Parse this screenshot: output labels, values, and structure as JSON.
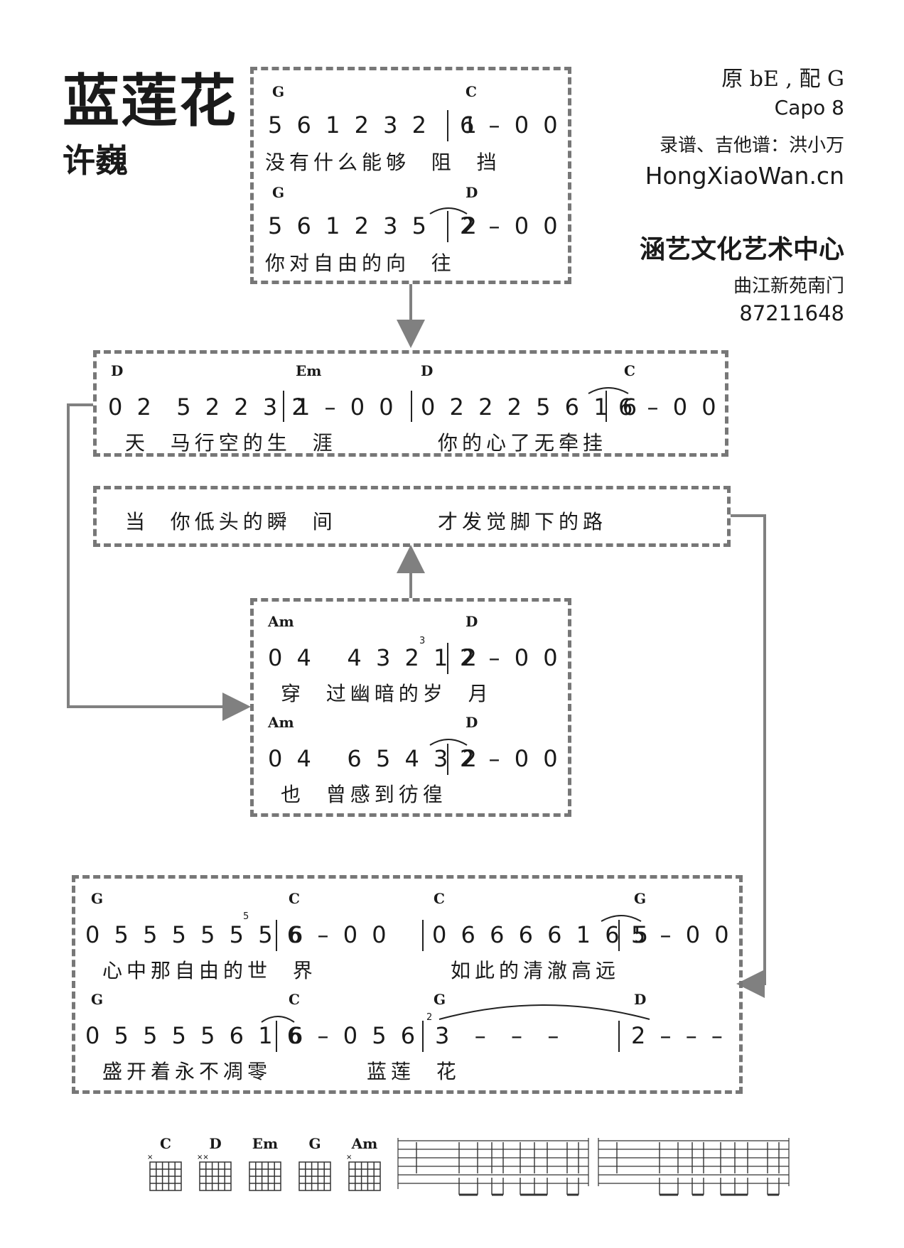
{
  "song": {
    "title": "蓝莲花",
    "artist": "许巍"
  },
  "info": {
    "key": "原 bE , 配 G",
    "capo": "Capo 8",
    "credit": "录谱、吉他谱：洪小万",
    "website": "HongXiaoWan.cn",
    "studio": "涵艺文化艺术中心",
    "address": "曲江新苑南门",
    "phone": "87211648"
  },
  "box1": {
    "row1": {
      "chord_a": "G",
      "chord_b": "C",
      "notes_a": "5 6 1 2 3 2   1",
      "notes_b": "6 – 0 0",
      "lyrics": "没有什么能够  阻  挡"
    },
    "row2": {
      "chord_a": "G",
      "chord_b": "D",
      "notes_a": "5 6 1 2 3 5   2",
      "notes_b": "2 – 0 0",
      "lyrics": "你对自由的向  往"
    }
  },
  "box2": {
    "chords": [
      "D",
      "Em",
      "D",
      "C"
    ],
    "notes": [
      "0 2  5 2 2 3 2",
      "1 – 0 0",
      "0 2 2 2 5 6 1 6",
      "6 – 0 0"
    ],
    "lyrics_a": "天  马行空的生  涯",
    "lyrics_b": "你的心了无牵挂"
  },
  "box3": {
    "lyrics_a": "当  你低头的瞬  间",
    "lyrics_b": "才发觉脚下的路"
  },
  "box4": {
    "row1": {
      "chord_a": "Am",
      "chord_b": "D",
      "notes_a": "0 4   4 3 2 1 2",
      "notes_b": "2 – 0 0",
      "lyrics": "穿  过幽暗的岁  月",
      "grace": "3"
    },
    "row2": {
      "chord_a": "Am",
      "chord_b": "D",
      "notes_a": "0 4   6 5 4 3 2",
      "notes_b": "2 – 0 0",
      "lyrics": "也  曾感到彷徨"
    }
  },
  "box5": {
    "row1": {
      "chords": [
        "G",
        "C",
        "C",
        "G"
      ],
      "notes": [
        "0 5 5 5 5 5 5 6",
        "6 – 0 0",
        "0 6 6 6 6 1 6 5",
        "5 – 0 0"
      ],
      "lyrics_a": "心中那自由的世  界",
      "lyrics_b": "如此的清澈高远",
      "grace": "5"
    },
    "row2": {
      "chords": [
        "G",
        "C",
        "G",
        "D"
      ],
      "notes": [
        "0 5 5 5 5 6 1 6",
        "6 – 0 5 6",
        "3  –  –  –",
        "2 – – –"
      ],
      "lyrics_a": "盛开着永不凋零",
      "lyrics_b": "蓝莲  花",
      "grace": "2"
    }
  },
  "chord_diagrams": [
    "C",
    "D",
    "Em",
    "G",
    "Am"
  ]
}
